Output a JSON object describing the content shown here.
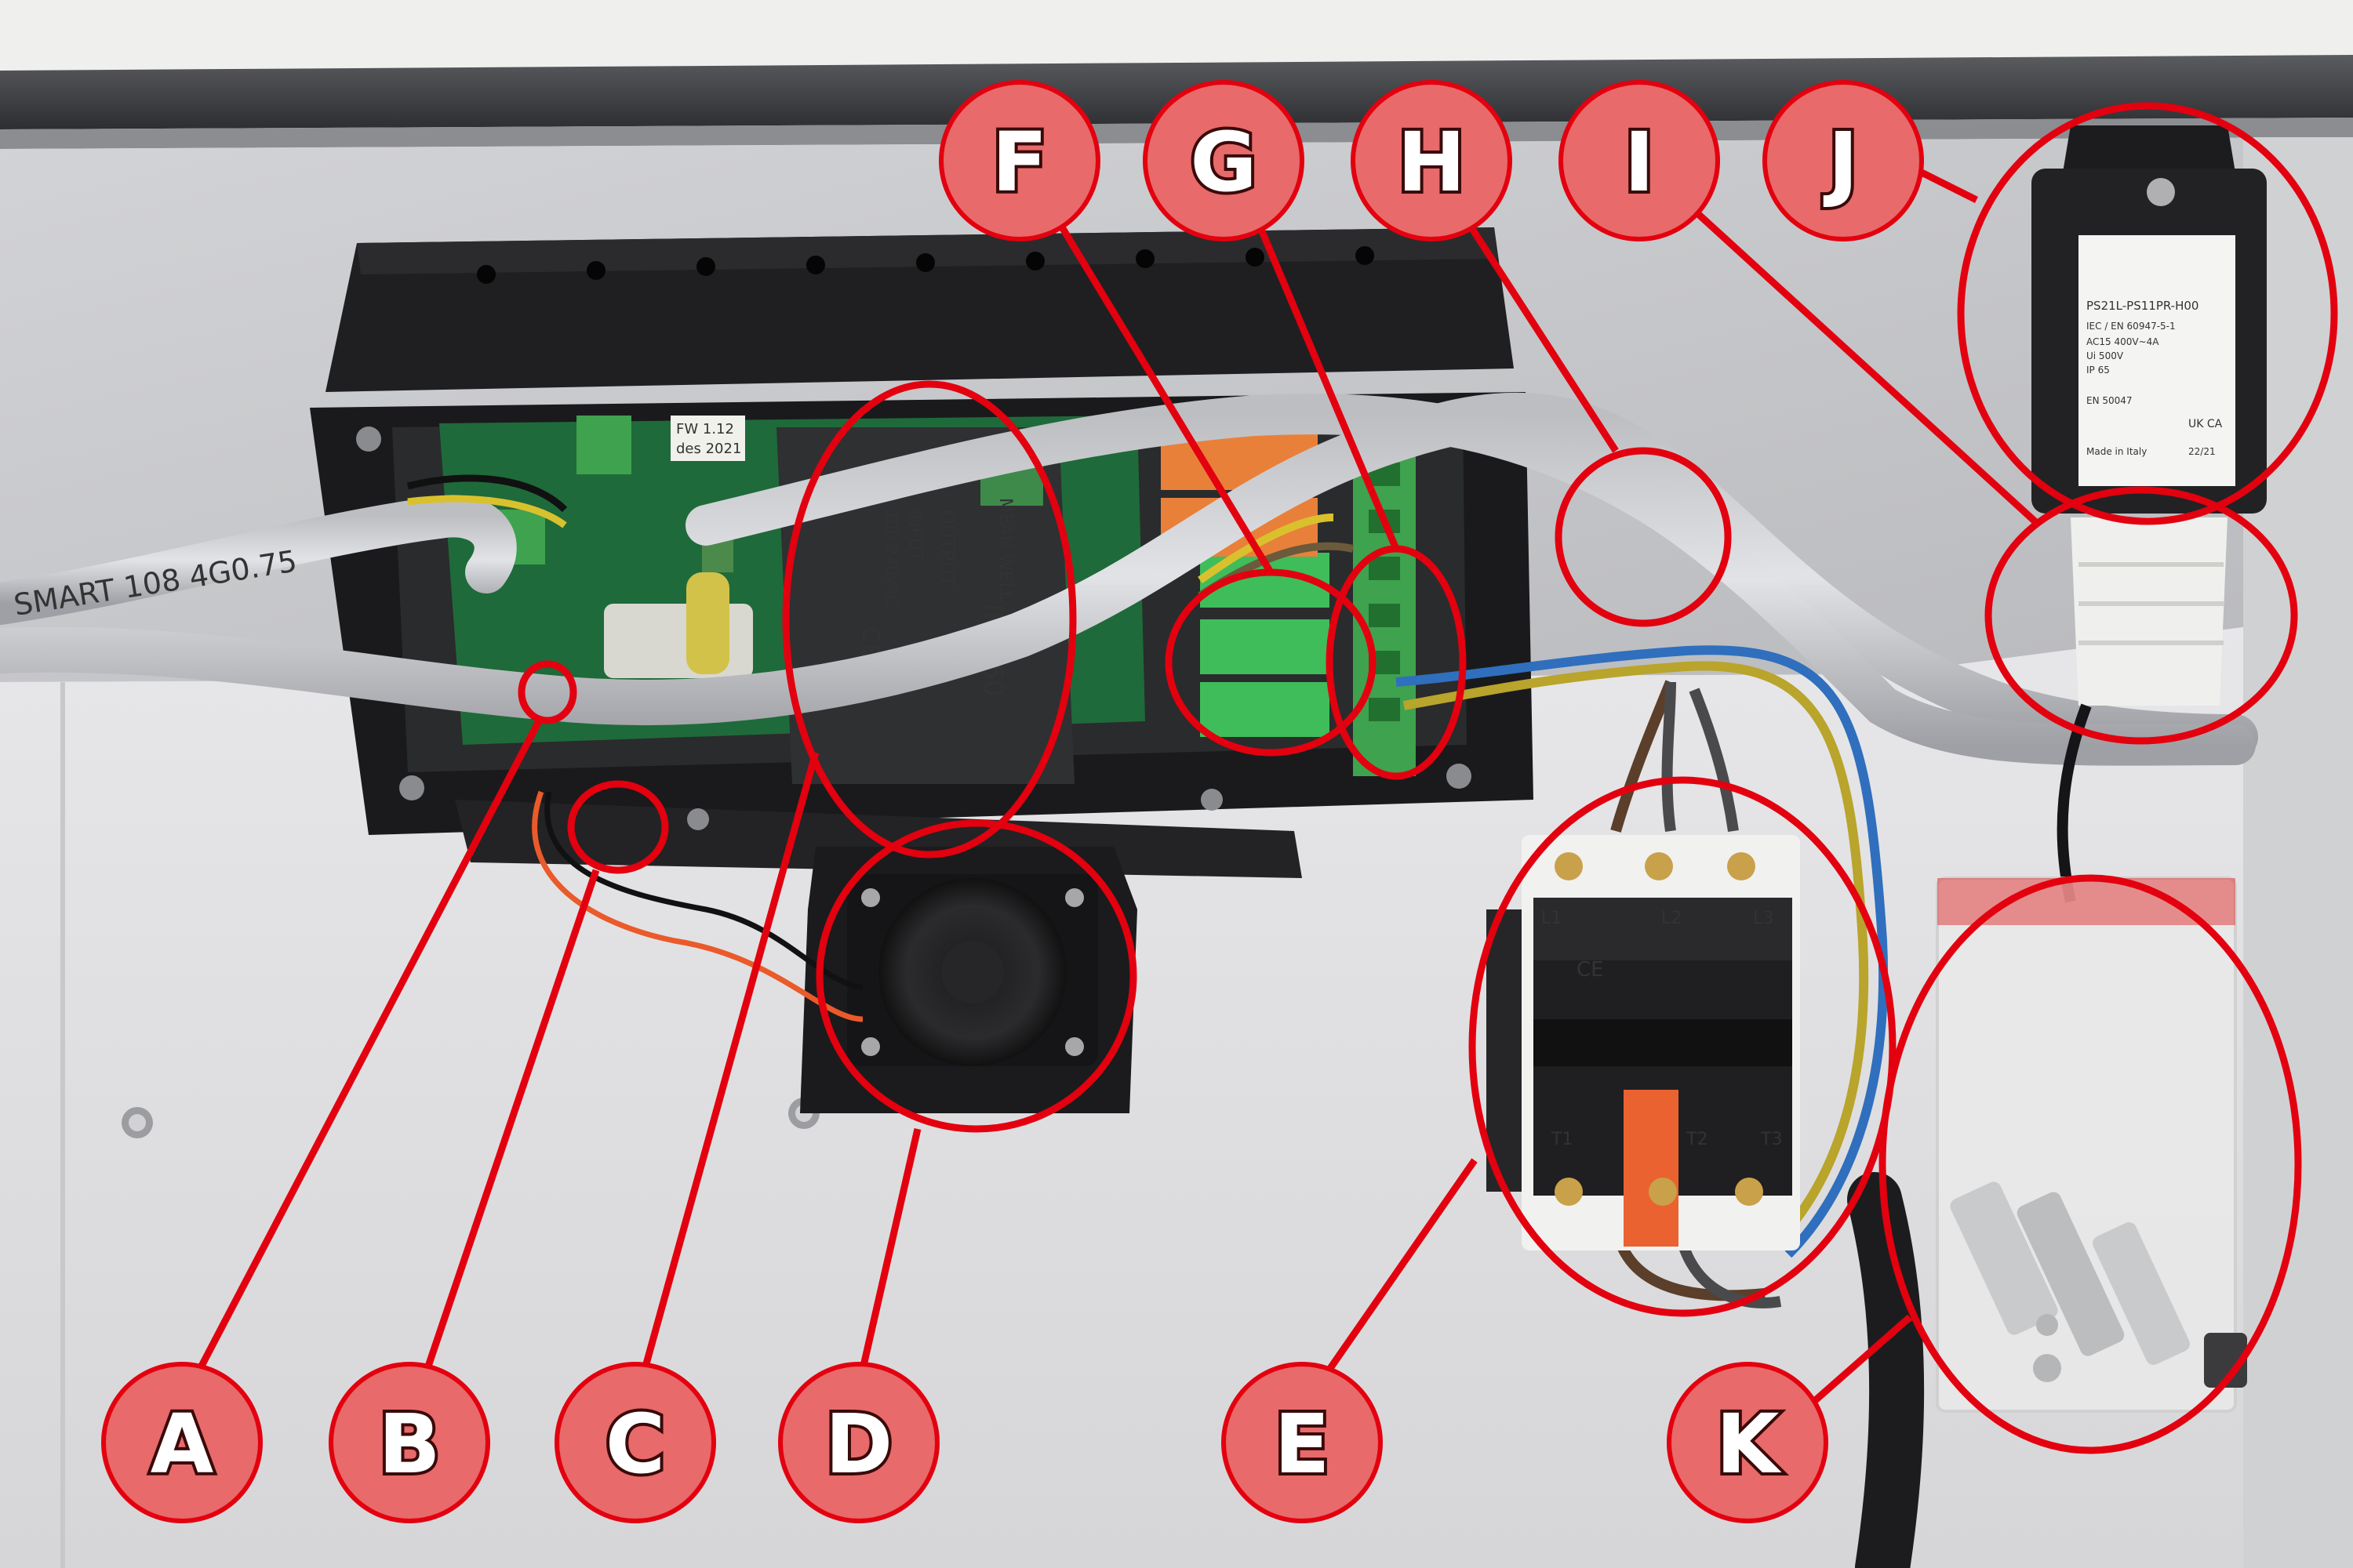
{
  "callout_color": "#e3000f",
  "badge_fill": "#e86a6a",
  "callouts": [
    {
      "letter": "A"
    },
    {
      "letter": "B"
    },
    {
      "letter": "C"
    },
    {
      "letter": "D"
    },
    {
      "letter": "E"
    },
    {
      "letter": "F"
    },
    {
      "letter": "G"
    },
    {
      "letter": "H"
    },
    {
      "letter": "I"
    },
    {
      "letter": "J"
    },
    {
      "letter": "K"
    }
  ],
  "printed": {
    "cable_text": "SMART 108   4G0.75",
    "psu_brand": "MEAN WELL",
    "psu_model": "IRM-60",
    "psu_output": "OUTPUT",
    "psu_input": "INPUT",
    "psu_range": "100-240VAC",
    "psu_ce": "CE",
    "fw_label": "FW 1.12",
    "fw_date": "des 2021",
    "switch_model": "PS21L-PS11PR-H00",
    "switch_std": "IEC / EN 60947-5-1",
    "switch_rating": "AC15 400V~4A",
    "switch_ui": "Ui 500V",
    "switch_ip": "IP 65",
    "switch_en": "EN 50047",
    "switch_ukca": "UK CA",
    "switch_origin": "Made in Italy",
    "switch_date": "22/21",
    "contactor_ce": "CE",
    "contactor_l1": "L1",
    "contactor_l2": "L2",
    "contactor_l3": "L3",
    "contactor_t1": "T1",
    "contactor_t2": "T2",
    "contactor_t3": "T3"
  }
}
